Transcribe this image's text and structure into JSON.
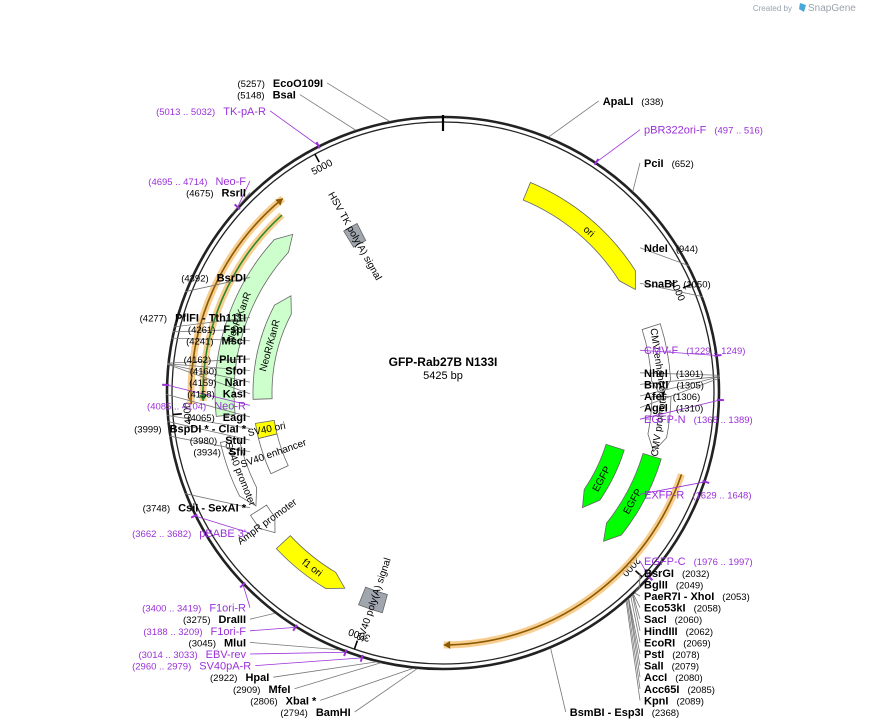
{
  "brand": {
    "created_by": "Created by",
    "name": "SnapGene"
  },
  "plasmid": {
    "name": "GFP-Rab27B N133I",
    "length_label": "5425 bp",
    "length": 5425
  },
  "ruler_ticks": [
    {
      "label": "1000",
      "bp": 1000
    },
    {
      "label": "2000",
      "bp": 2000
    },
    {
      "label": "3000",
      "bp": 3000
    },
    {
      "label": "4000",
      "bp": 4000
    },
    {
      "label": "5000",
      "bp": 5000
    }
  ],
  "features": [
    {
      "name": "ori",
      "start": 340,
      "end": 930,
      "ring": 0,
      "dir": 1,
      "color": "#ffff00"
    },
    {
      "name": "CMV enhancer",
      "start": 1090,
      "end": 1370,
      "ring": 0,
      "dir": 1,
      "color": "#ffffff"
    },
    {
      "name": "CMV promoter",
      "start": 1370,
      "end": 1590,
      "ring": 0,
      "dir": 1,
      "color": "#ffffff"
    },
    {
      "name": "EGFP",
      "start": 1610,
      "end": 2000,
      "ring": 0,
      "dir": 1,
      "color": "#00ff00"
    },
    {
      "name": "EGFP",
      "start": 1620,
      "end": 1950,
      "ring": 1,
      "dir": 1,
      "color": "#00ff00"
    },
    {
      "name": "SV40 poly(A) signal",
      "start": 2945,
      "end": 3040,
      "ring": 0,
      "dir": 0,
      "color": "#a0a6ae"
    },
    {
      "name": "f1 ori",
      "start": 3115,
      "end": 3420,
      "ring": 0,
      "dir": -1,
      "color": "#ffff00"
    },
    {
      "name": "AmpR promoter",
      "start": 3470,
      "end": 3580,
      "ring": 0,
      "dir": -1,
      "color": "#ffffff"
    },
    {
      "name": "SV40 promoter",
      "start": 3600,
      "end": 3880,
      "ring": 0,
      "dir": -1,
      "color": "#ffffff"
    },
    {
      "name": "SV40 enhancer",
      "start": 3690,
      "end": 3860,
      "ring": 1,
      "dir": 0,
      "color": "#ffffff"
    },
    {
      "name": "SV40 ori",
      "start": 3860,
      "end": 3930,
      "ring": 1,
      "dir": 0,
      "color": "#ffff00"
    },
    {
      "name": "NeoR/KanR",
      "start": 3980,
      "end": 4770,
      "ring": 0,
      "dir": 1,
      "color": "#ccffcc"
    },
    {
      "name": "NeoR/KanR",
      "start": 4040,
      "end": 4560,
      "ring": 1,
      "dir": 1,
      "color": "#ccffcc"
    },
    {
      "name": "HSV TK poly(A) signal",
      "start": 4950,
      "end": 5020,
      "ring": 1,
      "dir": 0,
      "color": "#a0a6ae"
    }
  ],
  "orfs": [
    {
      "start": 1640,
      "end": 2710,
      "dir": 1
    },
    {
      "start": 4030,
      "end": 4830,
      "dir": 1
    },
    {
      "start": 4040,
      "end": 4790,
      "dir": -1
    }
  ],
  "enzymes": [
    {
      "name": "EcoO109I",
      "pos": "(5257)",
      "bp": 5257
    },
    {
      "name": "BsaI",
      "pos": "(5148)",
      "bp": 5148
    },
    {
      "name": "ApaLI",
      "pos": "(338)",
      "bp": 338
    },
    {
      "name": "PciI",
      "pos": "(652)",
      "bp": 652
    },
    {
      "name": "RsrII",
      "pos": "(4675)",
      "bp": 4675
    },
    {
      "name": "NdeI",
      "pos": "(944)",
      "bp": 944
    },
    {
      "name": "SnaBI",
      "pos": "(1050)",
      "bp": 1050
    },
    {
      "name": "BsrDI",
      "pos": "(4392)",
      "bp": 4392
    },
    {
      "name": "PflFI - Tth111I",
      "pos": "(4277)",
      "bp": 4277
    },
    {
      "name": "FspI",
      "pos": "(4261)",
      "bp": 4261
    },
    {
      "name": "MscI",
      "pos": "(4241)",
      "bp": 4241
    },
    {
      "name": "PluTI",
      "pos": "(4162)",
      "bp": 4162
    },
    {
      "name": "SfoI",
      "pos": "(4160)",
      "bp": 4160
    },
    {
      "name": "NarI",
      "pos": "(4159)",
      "bp": 4159
    },
    {
      "name": "KasI",
      "pos": "(4158)",
      "bp": 4158
    },
    {
      "name": "NheI",
      "pos": "(1301)",
      "bp": 1301
    },
    {
      "name": "BmtI",
      "pos": "(1305)",
      "bp": 1305
    },
    {
      "name": "AfeI",
      "pos": "(1306)",
      "bp": 1306
    },
    {
      "name": "AgeI",
      "pos": "(1310)",
      "bp": 1310
    },
    {
      "name": "EagI",
      "pos": "(4065)",
      "bp": 4065
    },
    {
      "name": "BspDI * - ClaI *",
      "pos": "(3999)",
      "bp": 3999
    },
    {
      "name": "StuI",
      "pos": "(3980)",
      "bp": 3980
    },
    {
      "name": "SfiI",
      "pos": "(3934)",
      "bp": 3934
    },
    {
      "name": "CsiI - SexAI *",
      "pos": "(3748)",
      "bp": 3748
    },
    {
      "name": "BsrGI",
      "pos": "(2032)",
      "bp": 2032
    },
    {
      "name": "BglII",
      "pos": "(2049)",
      "bp": 2049
    },
    {
      "name": "PaeR7I - XhoI",
      "pos": "(2053)",
      "bp": 2053
    },
    {
      "name": "Eco53kI",
      "pos": "(2058)",
      "bp": 2058
    },
    {
      "name": "SacI",
      "pos": "(2060)",
      "bp": 2060
    },
    {
      "name": "HindIII",
      "pos": "(2062)",
      "bp": 2062
    },
    {
      "name": "EcoRI",
      "pos": "(2069)",
      "bp": 2069
    },
    {
      "name": "PstI",
      "pos": "(2078)",
      "bp": 2078
    },
    {
      "name": "SalI",
      "pos": "(2079)",
      "bp": 2079
    },
    {
      "name": "AccI",
      "pos": "(2080)",
      "bp": 2080
    },
    {
      "name": "Acc65I",
      "pos": "(2085)",
      "bp": 2085
    },
    {
      "name": "KpnI",
      "pos": "(2089)",
      "bp": 2089
    },
    {
      "name": "DraIII",
      "pos": "(3275)",
      "bp": 3275
    },
    {
      "name": "MluI",
      "pos": "(3045)",
      "bp": 3045
    },
    {
      "name": "HpaI",
      "pos": "(2922)",
      "bp": 2922
    },
    {
      "name": "MfeI",
      "pos": "(2909)",
      "bp": 2909
    },
    {
      "name": "XbaI *",
      "pos": "(2806)",
      "bp": 2806
    },
    {
      "name": "BamHI",
      "pos": "(2794)",
      "bp": 2794
    },
    {
      "name": "BsmBI - Esp3I",
      "pos": "(2368)",
      "bp": 2368
    }
  ],
  "primers": [
    {
      "name": "TK-pA-R",
      "pos": "(5013 .. 5032)",
      "bp": 5022
    },
    {
      "name": "pBR322ori-F",
      "pos": "(497 .. 516)",
      "bp": 506
    },
    {
      "name": "Neo-F",
      "pos": "(4695 .. 4714)",
      "bp": 4704
    },
    {
      "name": "CMV-F",
      "pos": "(1229 .. 1249)",
      "bp": 1239
    },
    {
      "name": "EGFP-N",
      "pos": "(1368 .. 1389)",
      "bp": 1378
    },
    {
      "name": "Neo-R",
      "pos": "(4085 .. 4104)",
      "bp": 4094
    },
    {
      "name": "EXFP-R",
      "pos": "(1629 .. 1648)",
      "bp": 1638
    },
    {
      "name": "EGFP-C",
      "pos": "(1976 .. 1997)",
      "bp": 1986
    },
    {
      "name": "pBABE 3'",
      "pos": "(3662 .. 3682)",
      "bp": 3672
    },
    {
      "name": "F1ori-R",
      "pos": "(3400 .. 3419)",
      "bp": 3409
    },
    {
      "name": "F1ori-F",
      "pos": "(3188 .. 3209)",
      "bp": 3198
    },
    {
      "name": "EBV-rev",
      "pos": "(3014 .. 3033)",
      "bp": 3023
    },
    {
      "name": "SV40pA-R",
      "pos": "(2960 .. 2979)",
      "bp": 2969
    }
  ]
}
